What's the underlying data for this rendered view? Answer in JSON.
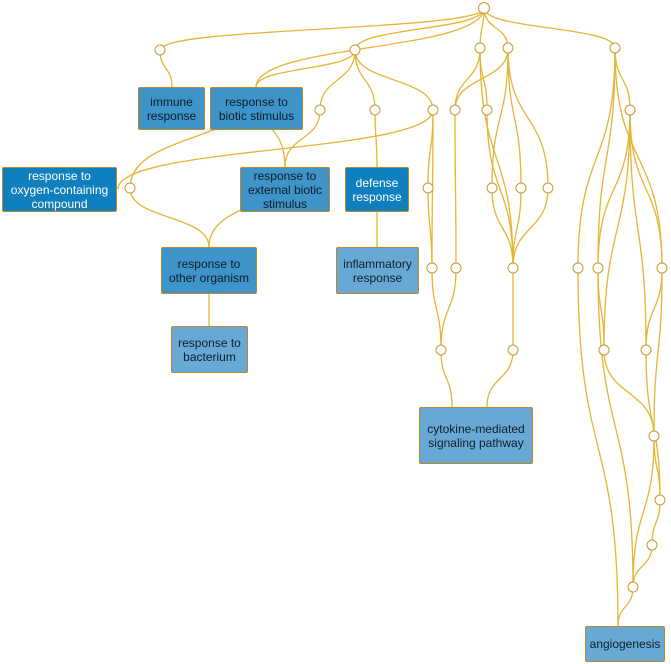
{
  "terms": {
    "immune_response": "immune response",
    "response_to_biotic_stimulus": "response to biotic stimulus",
    "response_to_oxygen_containing_compound": "response to oxygen-containing compound",
    "response_to_external_biotic_stimulus": "response to external biotic stimulus",
    "defense_response": "defense response",
    "response_to_other_organism": "response to other organism",
    "inflammatory_response": "inflammatory response",
    "response_to_bacterium": "response to bacterium",
    "cytokine_mediated_signaling_pathway": "cytokine-mediated signaling pathway",
    "angiogenesis": "angiogenesis"
  },
  "colors": {
    "edge": "#e6b535",
    "node_stroke": "#c99a2a",
    "term_dark": "#0f7fbd",
    "term_mid": "#3e93c8",
    "term_light": "#67a9d4"
  }
}
